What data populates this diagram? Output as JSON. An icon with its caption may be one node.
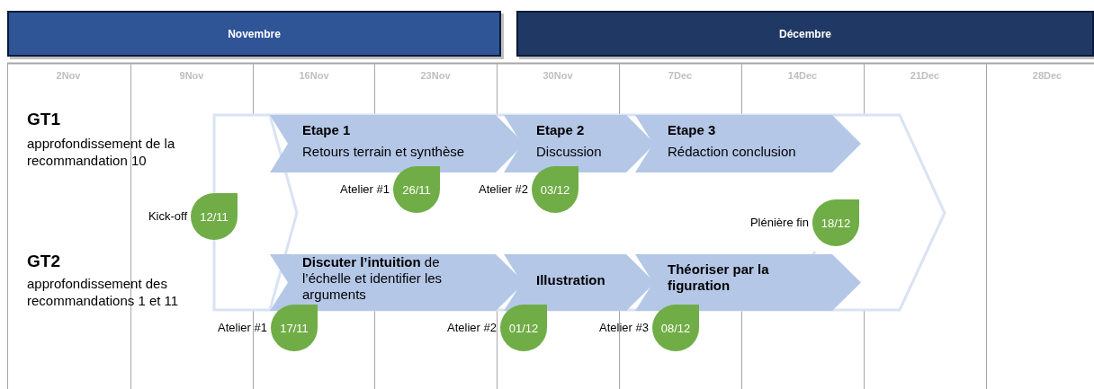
{
  "diagram": {
    "nodes": [
      {
        "text": [
          "Novembre"
        ]
      },
      {
        "text": [
          "Décembre"
        ]
      },
      {
        "text": [
          "Etape 1",
          "Retours terrain et synthèse"
        ]
      },
      {
        "text": [
          "Etape 2",
          "Discussion"
        ]
      },
      {
        "text": [
          "Etape 3",
          "Rédaction conclusion"
        ]
      },
      {
        "text": [
          "12/11"
        ],
        "beside": [
          "Kick-off"
        ]
      },
      {
        "text": [
          "26/11"
        ],
        "beside": [
          "Atelier #1"
        ]
      },
      {
        "text": [
          "03/12"
        ],
        "beside": [
          "Atelier #2"
        ]
      },
      {
        "text": [
          "18/12"
        ],
        "beside": [
          "Plénière fin"
        ]
      },
      {
        "text": [
          "**Discuter l’intuition** de l’échelle et identifier les arguments"
        ]
      },
      {
        "text": [
          "Illustration"
        ]
      },
      {
        "text": [
          "Théoriser par la figuration"
        ]
      },
      {
        "text": [
          "17/11"
        ],
        "beside": [
          "Atelier #1"
        ]
      },
      {
        "text": [
          "01/12"
        ],
        "beside": [
          "Atelier #2"
        ]
      },
      {
        "text": [
          "08/12"
        ],
        "beside": [
          "Atelier #3"
        ]
      }
    ],
    "labels": [
      "2Nov",
      "9Nov",
      "16Nov",
      "23Nov",
      "30Nov",
      "7Dec",
      "14Dec",
      "21Dec",
      "28Dec",
      "GT1",
      "approfondissement de la recommandation 10",
      "GT2",
      "approfondissement des recommandations 1 et 11"
    ]
  }
}
